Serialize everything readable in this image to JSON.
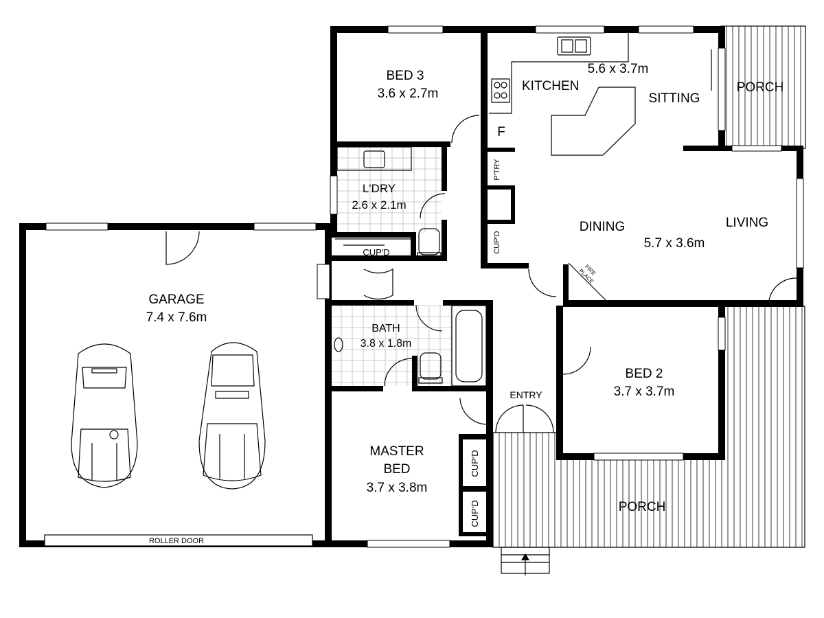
{
  "plan": {
    "rooms": {
      "garage": {
        "name": "GARAGE",
        "size": "7.4 x 7.6m"
      },
      "bed3": {
        "name": "BED 3",
        "size": "3.6 x 2.7m"
      },
      "kitchen": {
        "name": "KITCHEN",
        "size": "5.6 x 3.7m"
      },
      "sitting": {
        "name": "SITTING"
      },
      "porch_top": {
        "name": "PORCH"
      },
      "laundry": {
        "name": "L'DRY",
        "size": "2.6 x 2.1m"
      },
      "dining": {
        "name": "DINING",
        "size": "5.7 x 3.6m"
      },
      "living": {
        "name": "LIVING"
      },
      "bath": {
        "name": "BATH",
        "size": "3.8 x 1.8m"
      },
      "bed2": {
        "name": "BED 2",
        "size": "3.7 x 3.7m"
      },
      "entry": {
        "name": "ENTRY"
      },
      "master": {
        "name_line1": "MASTER",
        "name_line2": "BED",
        "size": "3.7 x 3.8m"
      },
      "porch_bottom": {
        "name": "PORCH"
      }
    },
    "fixtures": {
      "fridge": "F",
      "pantry": "P'TRY",
      "cupboard_dining": "CUP'D",
      "cupboard_laundry": "CUP'D",
      "cupboard_master_1": "CUP'D",
      "cupboard_master_2": "CUP'D",
      "fireplace_line1": "FIRE",
      "fireplace_line2": "PLACE",
      "roller_door": "ROLLER DOOR"
    }
  }
}
